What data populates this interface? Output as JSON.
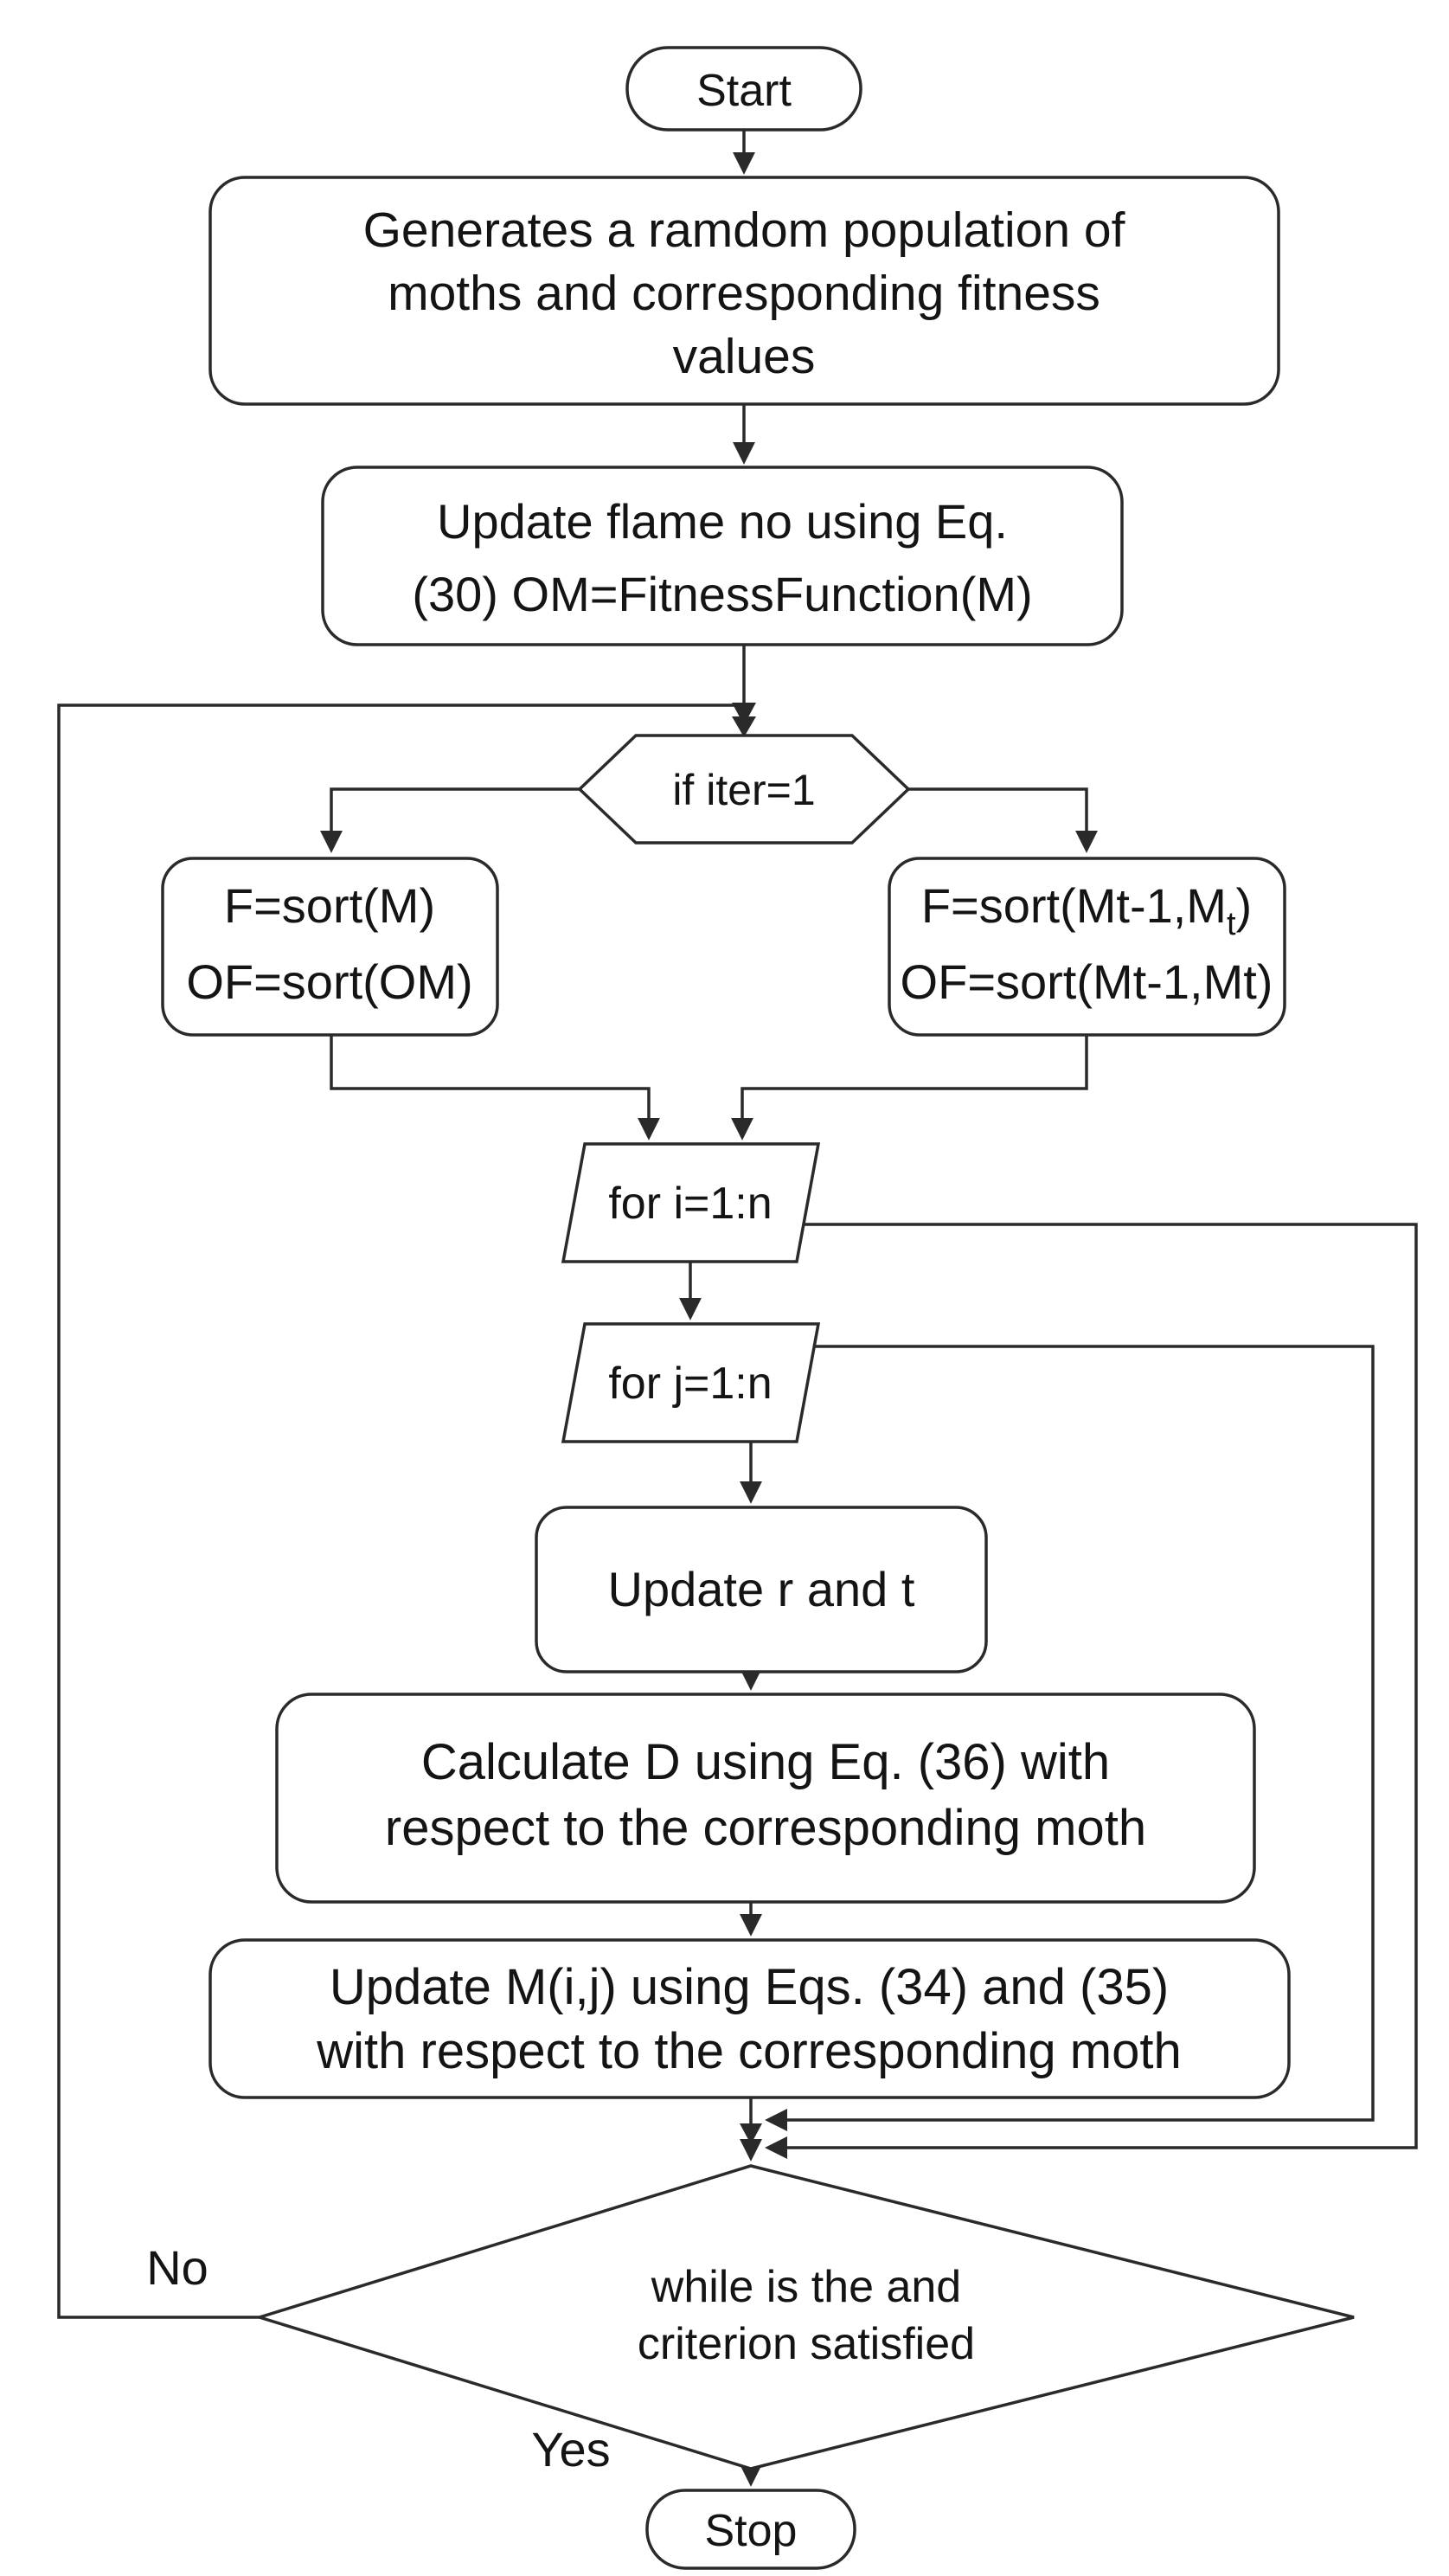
{
  "page": {
    "background": "#ffffff"
  },
  "palette": {
    "line_color": "#2a2a2a",
    "text_color": "#141414",
    "node_fill": "#ffffff"
  },
  "nodes": {
    "start": {
      "label": "Start"
    },
    "generate_population": {
      "lines": [
        "Generates a ramdom population of",
        "moths and corresponding fitness",
        "values"
      ]
    },
    "update_flame_no": {
      "lines": [
        "Update flame no using Eq.",
        "(30) OM=FitnessFunction(M)"
      ]
    },
    "iter_check": {
      "label": "if iter=1"
    },
    "sort_first_iter": {
      "lines": [
        "F=sort(M)",
        "OF=sort(OM)"
      ]
    },
    "sort_later_iter": {
      "line1_pre": "F=sort(Mt-1,M",
      "line1_sub": "t",
      "line1_close": ")",
      "line2": "OF=sort(Mt-1,Mt)"
    },
    "for_i": {
      "label": "for i=1:n"
    },
    "for_j": {
      "label": "for j=1:n"
    },
    "update_r_t": {
      "label": "Update r and t"
    },
    "calculate_d": {
      "lines": [
        "Calculate D using Eq. (36) with",
        "respect to the corresponding moth"
      ]
    },
    "update_m": {
      "lines": [
        "Update M(i,j) using Eqs. (34) and (35)",
        "with respect to the corresponding moth"
      ]
    },
    "while_check": {
      "lines": [
        "while is the and",
        "criterion satisfied"
      ]
    },
    "stop": {
      "label": "Stop"
    }
  },
  "edge_labels": {
    "no": "No",
    "yes": "Yes"
  }
}
